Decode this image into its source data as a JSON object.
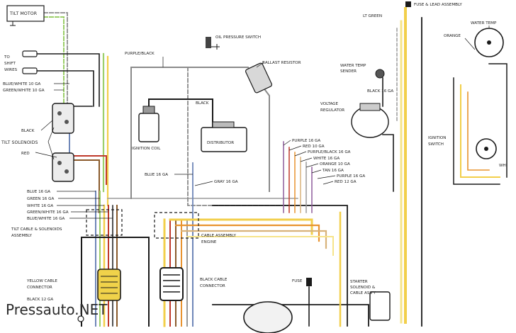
{
  "labels": {
    "tilt_motor": "TILT MOTOR",
    "to_shift_wires_1": "TO",
    "to_shift_wires_2": "SHIFT",
    "to_shift_wires_3": "WIRES",
    "blue_white_10": "BLUE/WHITE 10 GA",
    "green_white_10": "GREEN/WHITE 10 GA",
    "black": "BLACK",
    "tilt_solenoids": "TILT SOLENOIDS",
    "red": "RED",
    "blue_16_left": "BLUE 16 GA",
    "green_16": "GREEN 16 GA",
    "white_16": "WHITE 16 GA",
    "green_white_16": "GREEN/WHITE 16 GA",
    "blue_white_16": "BLUE/WHITE 16 GA",
    "tilt_cable_solenoids_1": "TILT CABLE & SOLENOIDS",
    "tilt_cable_solenoids_2": "ASSEMBLY",
    "yellow_cable_connector_1": "YELLOW CABLE",
    "yellow_cable_connector_2": "CONNECTOR",
    "black_12": "BLACK 12 GA",
    "oil_pressure_switch": "OIL PRESSURE SWITCH",
    "purple_black": "PURPLE/BLACK",
    "ballast_resistor": "BALLAST RESISTOR",
    "black_center": "BLACK",
    "ignition_coil": "IGNITION COIL",
    "distributor": "DISTRIBUTOR",
    "blue_16_center": "BLUE 16 GA",
    "gray_16": "GRAY 16 GA",
    "cable_assembly_1": "CABLE ASSEMBLY",
    "cable_assembly_2": "ENGINE",
    "black_cable_connector_1": "BLACK CABLE",
    "black_cable_connector_2": "CONNECTOR",
    "lt_green": "LT GREEN",
    "fuse_lead_assembly": "FUSE & LEAD ASSEMBLY",
    "water_temp_sender_1": "WATER TEMP",
    "water_temp_sender_2": "SENDER",
    "black_16": "BLACK 16 GA",
    "voltage_regulator_1": "VOLTAGE",
    "voltage_regulator_2": "REGULATOR",
    "purple_16": "PURPLE 16 GA",
    "red_10": "RED 10 GA",
    "purple_black_16": "PURPLE/BLACK 16 GA",
    "white_16_right": "WHITE 16 GA",
    "orange_10": "ORANGE 10 GA",
    "tan_16": "TAN 16 GA",
    "purple_16_b": "PURPLE 16 GA",
    "red_12": "RED 12 GA",
    "fuse": "FUSE",
    "starter_solenoid_1": "STARTER",
    "starter_solenoid_2": "SOLENOID &",
    "starter_solenoid_3": "CABLE ASS'Y",
    "water_temp": "WATER TEMP",
    "orange": "ORANGE",
    "ignition_switch_1": "IGNITION",
    "ignition_switch_2": "SWITCH",
    "whi": "WHI"
  },
  "watermark": "Pressauto.NET",
  "colors": {
    "wire_black": "#1a1a1a",
    "wire_gray": "#8a8a8a",
    "wire_yellow": "#f2cf4a",
    "wire_yellow_light": "#f6e48a",
    "wire_green": "#9ccf6a",
    "wire_blue": "#6f87b8",
    "wire_red": "#c0392b",
    "wire_orange": "#e8932f",
    "wire_brown": "#8a5a2b",
    "wire_tan": "#d8b27a",
    "wire_purple": "#8e5a9a",
    "connector_yellow": "#f0d24a"
  }
}
